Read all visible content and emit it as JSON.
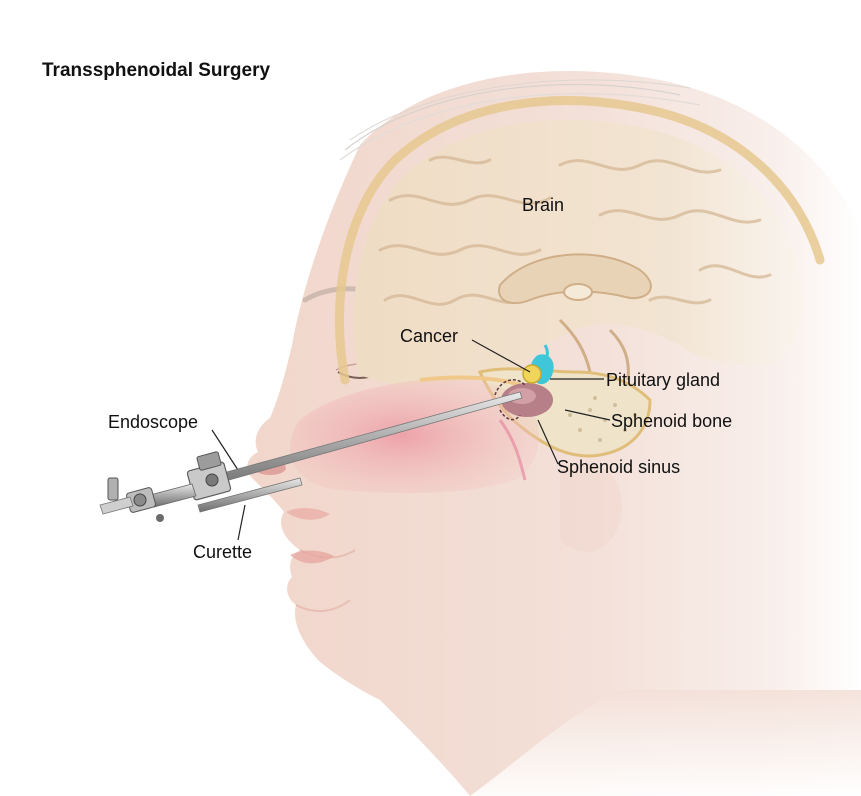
{
  "title": "Transsphenoidal Surgery",
  "labels": {
    "brain": "Brain",
    "cancer": "Cancer",
    "pituitary_gland": "Pituitary gland",
    "sphenoid_bone": "Sphenoid bone",
    "sphenoid_sinus": "Sphenoid sinus",
    "endoscope": "Endoscope",
    "curette": "Curette"
  },
  "colors": {
    "skin": "#f3ddd3",
    "skin_shadow": "#e9c4b8",
    "brain": "#efdcc4",
    "brain_fold": "#d9bd9c",
    "skull": "#e8c98e",
    "nasal_cavity": "#ea9aa3",
    "tumor": "#f1d45a",
    "pituitary": "#3fc6d8",
    "sinus": "#b77f87",
    "instrument": "#b9b9b9",
    "instrument_dark": "#6b6b6b",
    "text": "#111111"
  }
}
